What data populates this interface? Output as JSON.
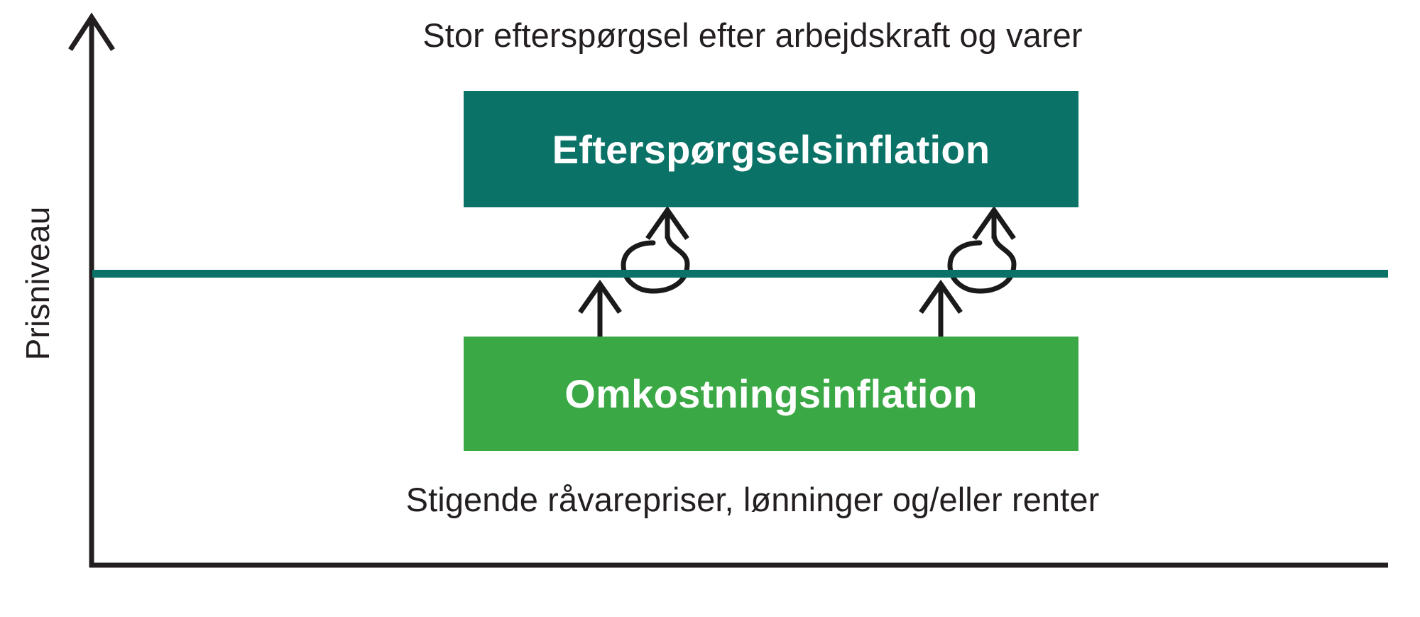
{
  "diagram": {
    "title_top": "Stor efterspørgsel efter arbejdskraft og varer",
    "title_bottom": "Stigende råvarepriser, lønninger og/eller renter",
    "y_axis_label": "Prisniveau",
    "demand_box_label": "Efterspørgselsinflation",
    "cost_box_label": "Omkostningsinflation",
    "colors": {
      "teal": "#0a7267",
      "green": "#3aa945",
      "text": "#231f20",
      "axis": "#231f20",
      "box_text": "#ffffff",
      "background": "#ffffff"
    },
    "elements": {
      "price_level_line": "horizontal teal price-level line",
      "straight_arrows": 2,
      "loop_arrows": 2,
      "y_axis": "vertical arrow axis",
      "x_axis": "horizontal base axis"
    }
  }
}
